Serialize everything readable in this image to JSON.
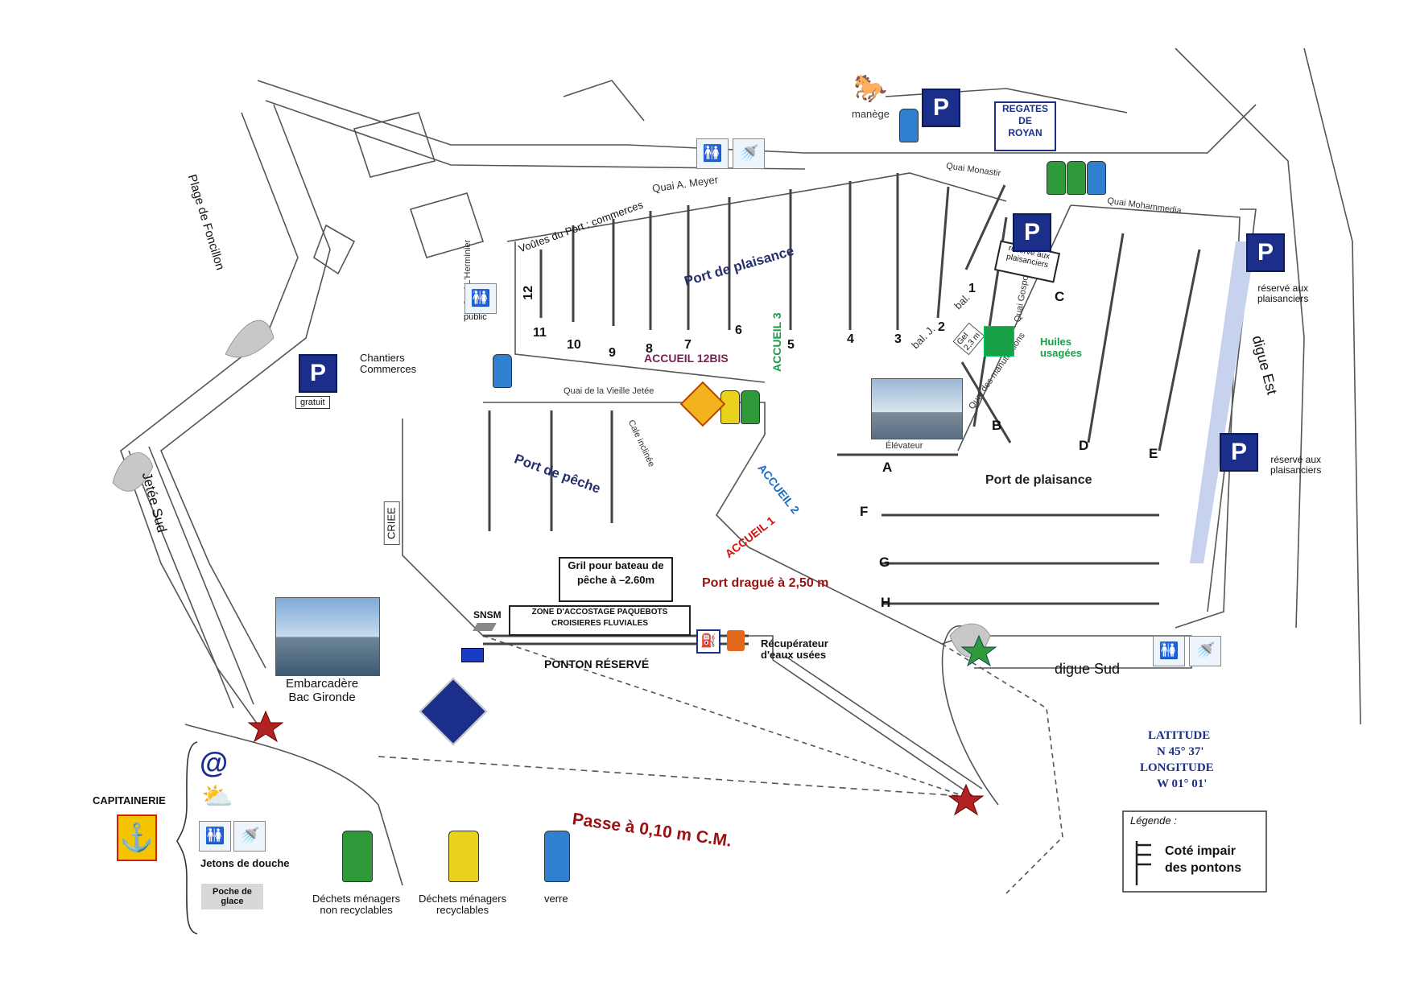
{
  "colors": {
    "road": "#555555",
    "water_channel": "#c7d2ef",
    "parking": "#1b2f8a",
    "star": "#b22222",
    "accueil1": "#d31010",
    "accueil2": "#1a6bc4",
    "accueil3": "#17a045",
    "accueil12bis": "#7a1f55",
    "oil": "#17a045",
    "passe": "#9b1010"
  },
  "places": {
    "plage": "Plage de Foncillon",
    "voutes": "Voûtes du Port : commerces",
    "quai_meyer": "Quai A. Meyer",
    "quai_monastir": "Quai Monastir",
    "quai_mohammedia": "Quai Mohammedia",
    "quai_gosport": "Quai Gosport",
    "quai_hermier": "Quai L'Herminier",
    "quai_vieille_jetee": "Quai de la Vieille Jetée",
    "quai_manutentions": "Quai des manutentions",
    "cale_inclinee": "Cale inclinée",
    "port_plaisance_1": "Port de plaisance",
    "port_plaisance_2": "Port de plaisance",
    "port_peche": "Port de pêche",
    "chantiers": "Chantiers\nCommerces",
    "criee": "CRIEE",
    "jetee_sud": "Jetée Sud",
    "digue_est": "digue Est",
    "digue_sud": "digue Sud",
    "manege": "manège",
    "public": "public",
    "gratuit": "gratuit",
    "elevateur": "Élévateur",
    "embarcadere": "Embarcadère\nBac Gironde",
    "ponton_reserve": "PONTON RÉSERVÉ",
    "snsm": "SNSM",
    "recuperateur": "Récupérateur\nd'eaux usées",
    "huiles": "Huiles\nusagées",
    "port_drague": "Port dragué à 2,50 m",
    "passe": "Passe à 0,10 m C.M.",
    "bal1": "bal.",
    "bal2": "bal. J.",
    "gel": "Gel\n2,3 m"
  },
  "boxes": {
    "regates": "REGATES\nDE\nROYAN",
    "reserve_small": "réservé aux\nplaisanciers",
    "reserve_right1": "réservé aux\nplaisanciers",
    "reserve_right2": "réservé aux\nplaisanciers",
    "gril": "Gril pour bateau de\npêche à –2.60m",
    "zone": "ZONE D'ACCOSTAGE PAQUEBOTS\nCROISIERES FLUVIALES"
  },
  "accueil": {
    "a1": "ACCUEIL 1",
    "a2": "ACCUEIL 2",
    "a3": "ACCUEIL 3",
    "a12bis": "ACCUEIL 12BIS"
  },
  "pontoons": {
    "numbers": [
      "12",
      "11",
      "10",
      "9",
      "8",
      "7",
      "6",
      "5",
      "4",
      "3",
      "2",
      "1"
    ],
    "letters": [
      "A",
      "B",
      "C",
      "D",
      "E",
      "F",
      "G",
      "H"
    ]
  },
  "coords": {
    "lat_title": "LATITUDE",
    "lat": "N 45° 37'",
    "lon_title": "LONGITUDE",
    "lon": "W 01° 01'"
  },
  "legend": {
    "title": "Légende :",
    "text": "Coté impair\ndes pontons"
  },
  "services": {
    "capitainerie": "CAPITAINERIE",
    "at": "@",
    "jetons": "Jetons de douche",
    "glace": "Poche de\nglace",
    "dechets_non": "Déchets ménagers\nnon recyclables",
    "dechets_rec": "Déchets ménagers\nrecyclables",
    "verre": "verre"
  },
  "parking_letter": "P",
  "icons": [
    "parking-icon",
    "toilet-icon",
    "shower-icon",
    "recycling-bin-icon",
    "anchor-icon",
    "star-marker-icon",
    "weather-icon",
    "fuel-icon"
  ]
}
